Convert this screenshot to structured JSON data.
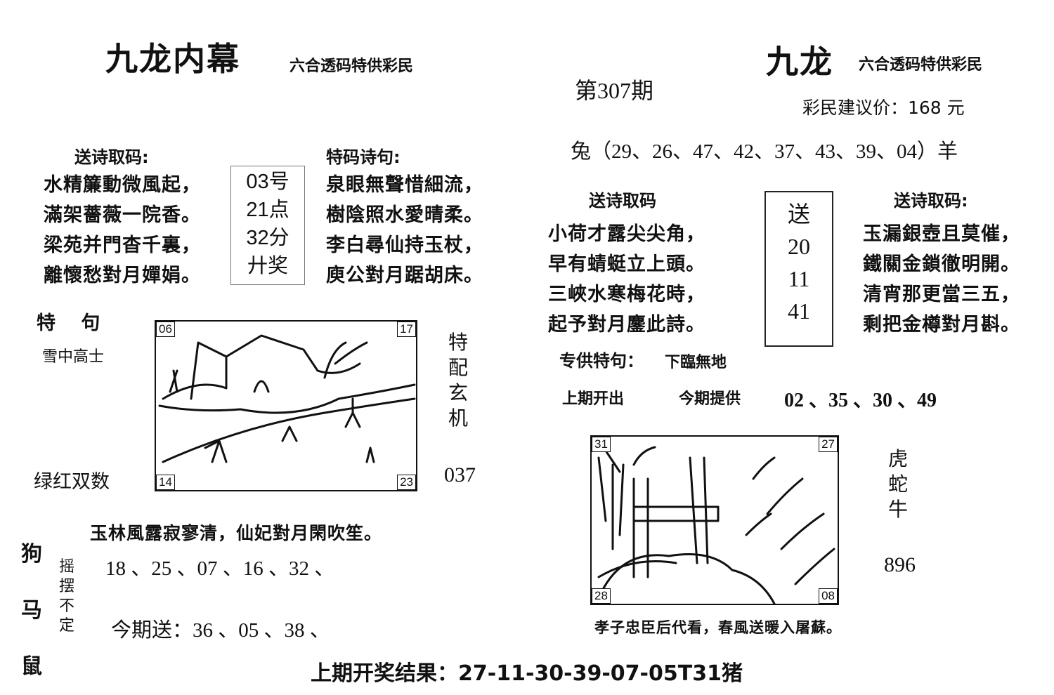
{
  "left": {
    "title": "九龙内幕",
    "subtitle": "六合透码特供彩民",
    "poem_heading": "送诗取码:",
    "poem_lines": [
      "水精簾動微風起，",
      "滿架薔薇一院香。",
      "梁苑并門杳千裏，",
      "離懷愁對月嬋娟。"
    ],
    "center_box": [
      "03号",
      "21点",
      "32分",
      "廾奖"
    ],
    "special_heading": "特码诗句:",
    "special_lines": [
      "泉眼無聲惜細流，",
      "樹陰照水愛晴柔。",
      "李白尋仙持玉杖，",
      "庾公對月踞胡床。"
    ],
    "tejv_label": "特　 句",
    "tejv_value": "雪中高士",
    "color_label": "绿红双数",
    "pic_corners": [
      "06",
      "17",
      "14",
      "23"
    ],
    "vertical_note": [
      "特",
      "配",
      "玄",
      "机"
    ],
    "side_number": "037",
    "poem_bottom": "玉林風露寂寥清，仙妃對月閑吹笙。",
    "zodiacs": [
      "狗",
      "马",
      "鼠"
    ],
    "swing_label": [
      "摇",
      "摆",
      "不",
      "定"
    ],
    "swing_numbers": "18 、25 、07 、16 、32 、",
    "today_send": "今期送：36 、05 、38 、"
  },
  "right": {
    "issue": "第307期",
    "title": "九龙",
    "subtitle": "六合透码特供彩民",
    "price": "彩民建议价：168 元",
    "numbers_line": "兔（29、26、47、42、37、43、39、04）羊",
    "poem_heading_left": "送诗取码",
    "poem_left": [
      "小荷才露尖尖角，",
      "早有蜻蜓立上頭。",
      "三峽水寒梅花時，",
      "起予對月鏖此詩。"
    ],
    "send_box": [
      "送",
      "20",
      "11",
      "41"
    ],
    "poem_heading_right": "送诗取码:",
    "poem_right": [
      "玉漏銀壺且莫催，",
      "鐵關金鎖徹明開。",
      "清宵那更當三五，",
      "剩把金樽對月斟。"
    ],
    "special_label": "专供特句：",
    "special_value": "下臨無地",
    "last_label": "上期开出",
    "provide_label": "今期提供",
    "provide_numbers": "02 、35 、30 、49",
    "pic_corners": [
      "31",
      "27",
      "28",
      "08"
    ],
    "side_animals": [
      "虎",
      "蛇",
      "牛"
    ],
    "side_number": "896",
    "poem_bottom": "孝子忠臣后代看，春風送暖入屠蘇。"
  },
  "footer": {
    "result": "上期开奖结果：27-11-30-39-07-05T31猪"
  }
}
